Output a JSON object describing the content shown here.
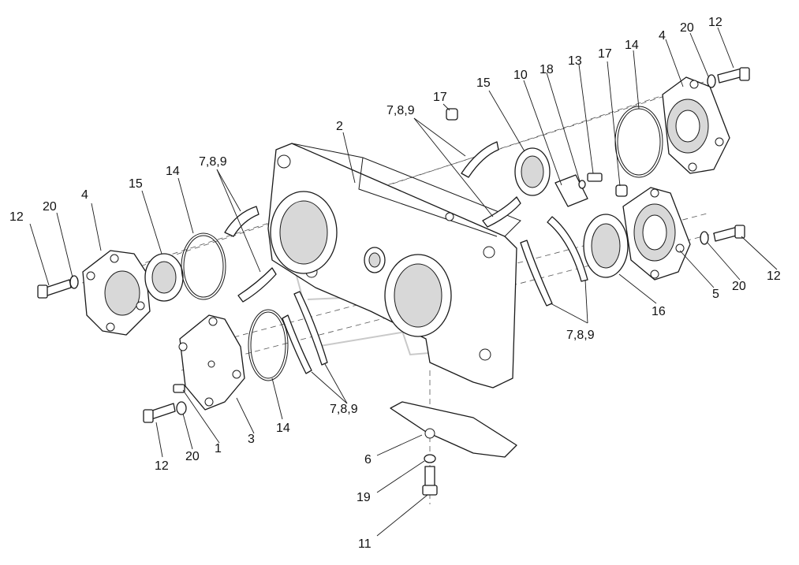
{
  "callouts": [
    {
      "id": "c-17a",
      "text": "17"
    },
    {
      "id": "c-789a",
      "text": "7,8,9"
    },
    {
      "id": "c-2",
      "text": "2"
    },
    {
      "id": "c-15a",
      "text": "15"
    },
    {
      "id": "c-10",
      "text": "10"
    },
    {
      "id": "c-18",
      "text": "18"
    },
    {
      "id": "c-13",
      "text": "13"
    },
    {
      "id": "c-17b",
      "text": "17"
    },
    {
      "id": "c-14a",
      "text": "14"
    },
    {
      "id": "c-4a",
      "text": "4"
    },
    {
      "id": "c-20a",
      "text": "20"
    },
    {
      "id": "c-12a",
      "text": "12"
    },
    {
      "id": "c-789b",
      "text": "7,8,9"
    },
    {
      "id": "c-14b",
      "text": "14"
    },
    {
      "id": "c-15b",
      "text": "15"
    },
    {
      "id": "c-20b",
      "text": "20"
    },
    {
      "id": "c-4b",
      "text": "4"
    },
    {
      "id": "c-12b",
      "text": "12"
    },
    {
      "id": "c-12c",
      "text": "12"
    },
    {
      "id": "c-20c",
      "text": "20"
    },
    {
      "id": "c-5",
      "text": "5"
    },
    {
      "id": "c-16",
      "text": "16"
    },
    {
      "id": "c-789c",
      "text": "7,8,9"
    },
    {
      "id": "c-789d",
      "text": "7,8,9"
    },
    {
      "id": "c-14c",
      "text": "14"
    },
    {
      "id": "c-3",
      "text": "3"
    },
    {
      "id": "c-1",
      "text": "1"
    },
    {
      "id": "c-20d",
      "text": "20"
    },
    {
      "id": "c-12d",
      "text": "12"
    },
    {
      "id": "c-6",
      "text": "6"
    },
    {
      "id": "c-19",
      "text": "19"
    },
    {
      "id": "c-11",
      "text": "11"
    }
  ]
}
